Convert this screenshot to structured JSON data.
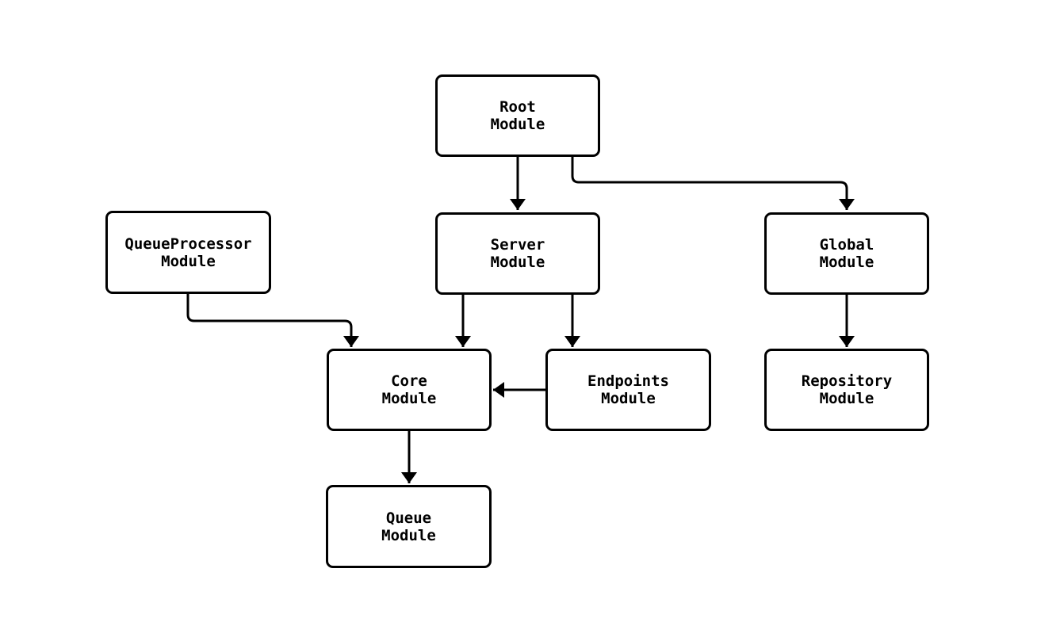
{
  "diagram": {
    "type": "module-dependency-graph",
    "colors": {
      "background": "#ffffff",
      "node_fill": "#ffffff",
      "node_border": "#000000",
      "edge_stroke": "#000000",
      "text": "#000000"
    },
    "nodes": [
      {
        "id": "root-module",
        "lines": [
          "Root",
          "Module"
        ]
      },
      {
        "id": "server-module",
        "lines": [
          "Server",
          "Module"
        ]
      },
      {
        "id": "global-module",
        "lines": [
          "Global",
          "Module"
        ]
      },
      {
        "id": "queueprocessor-module",
        "lines": [
          "QueueProcessor",
          "Module"
        ]
      },
      {
        "id": "core-module",
        "lines": [
          "Core",
          "Module"
        ]
      },
      {
        "id": "endpoints-module",
        "lines": [
          "Endpoints",
          "Module"
        ]
      },
      {
        "id": "repository-module",
        "lines": [
          "Repository",
          "Module"
        ]
      },
      {
        "id": "queue-module",
        "lines": [
          "Queue",
          "Module"
        ]
      }
    ],
    "edges": [
      {
        "from": "Root Module",
        "to": "Server Module"
      },
      {
        "from": "Root Module",
        "to": "Global Module"
      },
      {
        "from": "QueueProcessor Module",
        "to": "Core Module"
      },
      {
        "from": "Server Module",
        "to": "Core Module"
      },
      {
        "from": "Server Module",
        "to": "Endpoints Module"
      },
      {
        "from": "Endpoints Module",
        "to": "Core Module"
      },
      {
        "from": "Global Module",
        "to": "Repository Module"
      },
      {
        "from": "Core Module",
        "to": "Queue Module"
      }
    ]
  }
}
